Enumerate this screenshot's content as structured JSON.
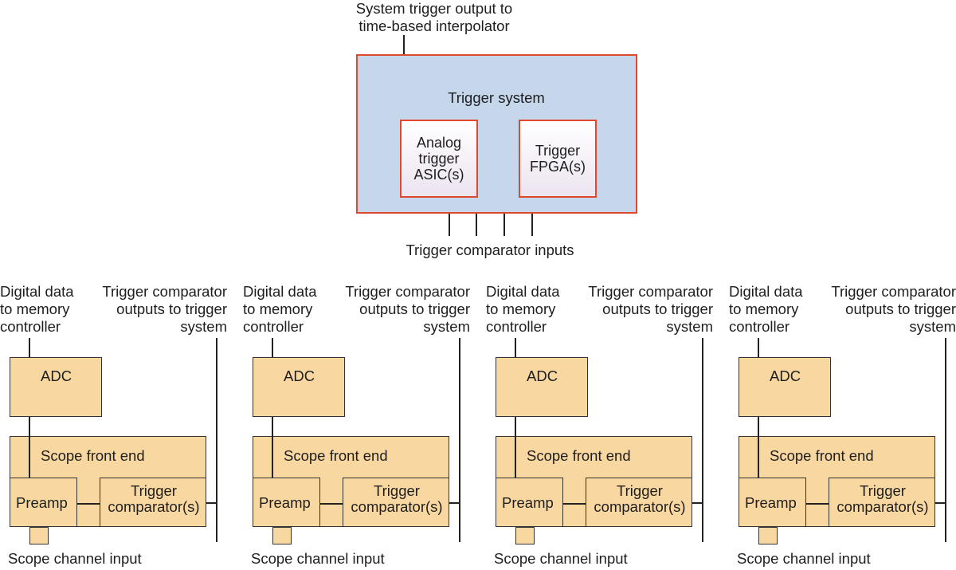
{
  "top": {
    "output_label": "System trigger output to\ntime-based interpolator",
    "system_title": "Trigger system",
    "asic_label": "Analog\ntrigger\nASIC(s)",
    "fpga_label": "Trigger\nFPGA(s)",
    "inputs_label": "Trigger comparator inputs"
  },
  "channels": [
    {
      "digital_label": "Digital data\nto memory\ncontroller",
      "trigger_out_label": "Trigger comparator\noutputs to trigger\nsystem",
      "adc_label": "ADC",
      "front_end_label": "Scope front end",
      "preamp_label": "Preamp",
      "comparator_label": "Trigger\ncomparator(s)",
      "input_label": "Scope channel input"
    },
    {
      "digital_label": "Digital data\nto memory\ncontroller",
      "trigger_out_label": "Trigger comparator\noutputs to trigger\nsystem",
      "adc_label": "ADC",
      "front_end_label": "Scope front end",
      "preamp_label": "Preamp",
      "comparator_label": "Trigger\ncomparator(s)",
      "input_label": "Scope channel input"
    },
    {
      "digital_label": "Digital data\nto memory\ncontroller",
      "trigger_out_label": "Trigger comparator\noutputs to trigger\nsystem",
      "adc_label": "ADC",
      "front_end_label": "Scope front end",
      "preamp_label": "Preamp",
      "comparator_label": "Trigger\ncomparator(s)",
      "input_label": "Scope channel input"
    },
    {
      "digital_label": "Digital data\nto memory\ncontroller",
      "trigger_out_label": "Trigger comparator\noutputs to trigger\nsystem",
      "adc_label": "ADC",
      "front_end_label": "Scope front end",
      "preamp_label": "Preamp",
      "comparator_label": "Trigger\ncomparator(s)",
      "input_label": "Scope channel input"
    }
  ],
  "colors": {
    "system_fill": "#c6d7ec",
    "system_border": "#e0492b",
    "block_fill": "#f9d7a1"
  }
}
